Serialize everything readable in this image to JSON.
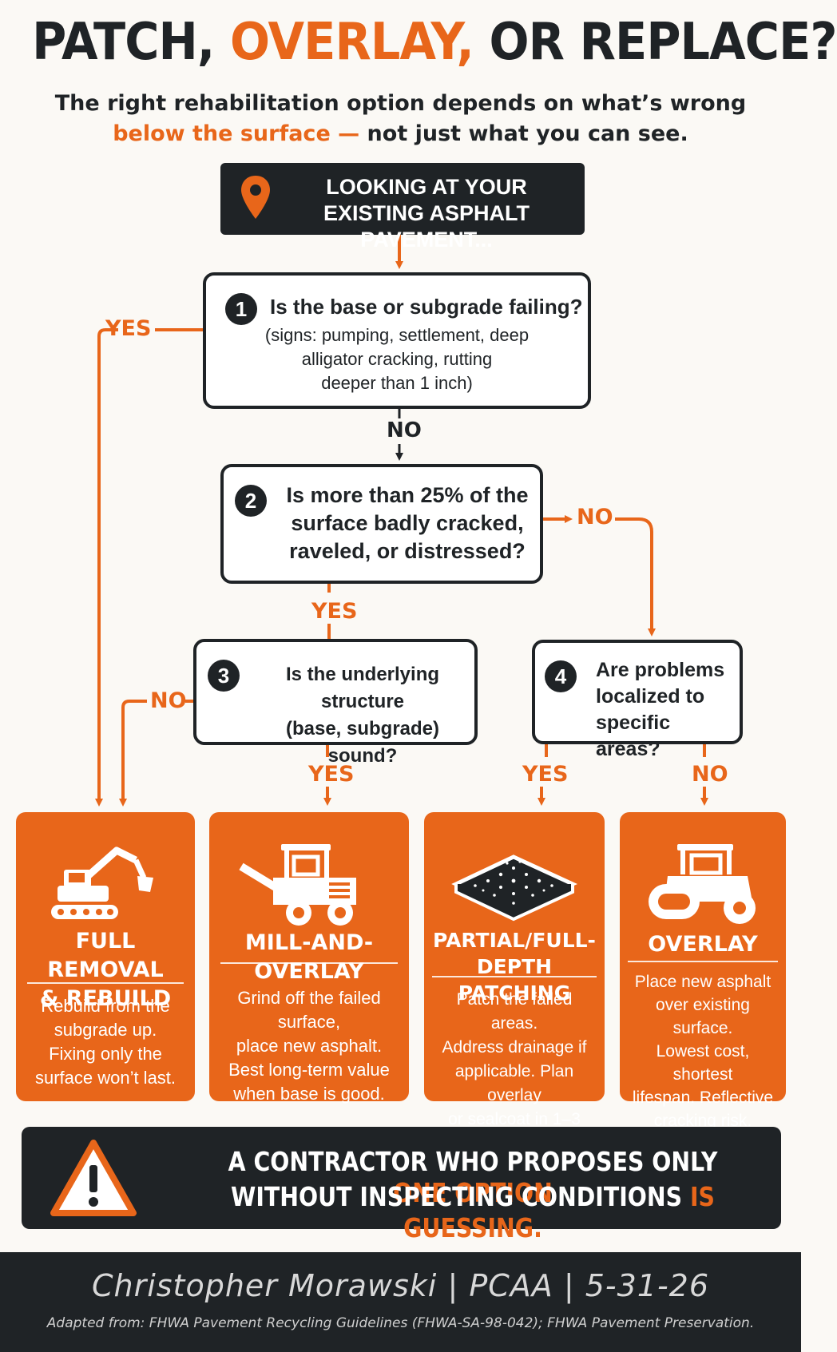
{
  "header": {
    "title_part1": "PATCH, ",
    "title_part2": "OVERLAY,",
    "title_part3": " OR REPLACE?",
    "subtitle_line1": "The right rehabilitation option depends on what’s wrong",
    "subtitle_line2_orange": "below the surface —",
    "subtitle_line2_rest": " not just what you can see."
  },
  "start": {
    "line1": "LOOKING AT YOUR",
    "line2": "EXISTING ASPHALT PAVEMENT...",
    "icon": "location-pin-icon"
  },
  "questions": [
    {
      "number": "1",
      "text": "Is the base or subgrade failing?",
      "detail_line1": "(signs: pumping, settlement, deep",
      "detail_line2": "alligator cracking, rutting",
      "detail_line3": "deeper than 1 inch)"
    },
    {
      "number": "2",
      "line1": "Is more than 25% of the",
      "line2": "surface badly cracked,",
      "line3": "raveled, or distressed?"
    },
    {
      "number": "3",
      "line1": "Is the underlying structure",
      "line2": "(base, subgrade) sound?"
    },
    {
      "number": "4",
      "line1": "Are problems",
      "line2": "localized to",
      "line3": "specific areas?"
    }
  ],
  "connectors": {
    "q1_yes": "YES",
    "q1_no": "NO",
    "q2_no": "NO",
    "q2_yes": "YES",
    "q3_no": "NO",
    "q3_yes": "YES",
    "q4_yes": "YES",
    "q4_no": "NO"
  },
  "outcomes": [
    {
      "title_line1": "FULL REMOVAL",
      "title_line2": "& REBUILD",
      "desc": [
        "Rebuild from the",
        "subgrade up.",
        "Fixing only the",
        "surface won’t last."
      ],
      "icon": "excavator-icon"
    },
    {
      "title_line1": "MILL-AND-OVERLAY",
      "desc": [
        "Grind off the failed surface,",
        "place new asphalt.",
        "Best long-term value",
        "when base is good."
      ],
      "icon": "milling-machine-icon"
    },
    {
      "title_line1": "PARTIAL/FULL-DEPTH",
      "title_line2": "PATCHING",
      "desc": [
        "Patch the failed areas.",
        "Address drainage if",
        "applicable. Plan overlay",
        "or sealcoat in 1–3 years."
      ],
      "icon": "asphalt-patch-icon"
    },
    {
      "title_line1": "OVERLAY",
      "desc": [
        "Place new asphalt",
        "over existing surface.",
        "Lowest cost, shortest",
        "lifespan. Reflective",
        "cracking risk."
      ],
      "icon": "road-roller-icon"
    }
  ],
  "warning": {
    "icon": "warning-triangle-icon",
    "line1_white": "A CONTRACTOR WHO PROPOSES ONLY ",
    "line1_orange": "ONE OPTION",
    "line2_white": "WITHOUT INSPECTING CONDITIONS ",
    "line2_orange": "IS GUESSING."
  },
  "footer": {
    "author": "Christopher Morawski | PCAA | 5-31-26",
    "source": "Adapted from: FHWA Pavement Recycling Guidelines (FHWA-SA-98-042); FHWA Pavement Preservation."
  },
  "colors": {
    "accent": "#e8661a",
    "dark": "#1f2326",
    "background": "#fbf9f5"
  }
}
